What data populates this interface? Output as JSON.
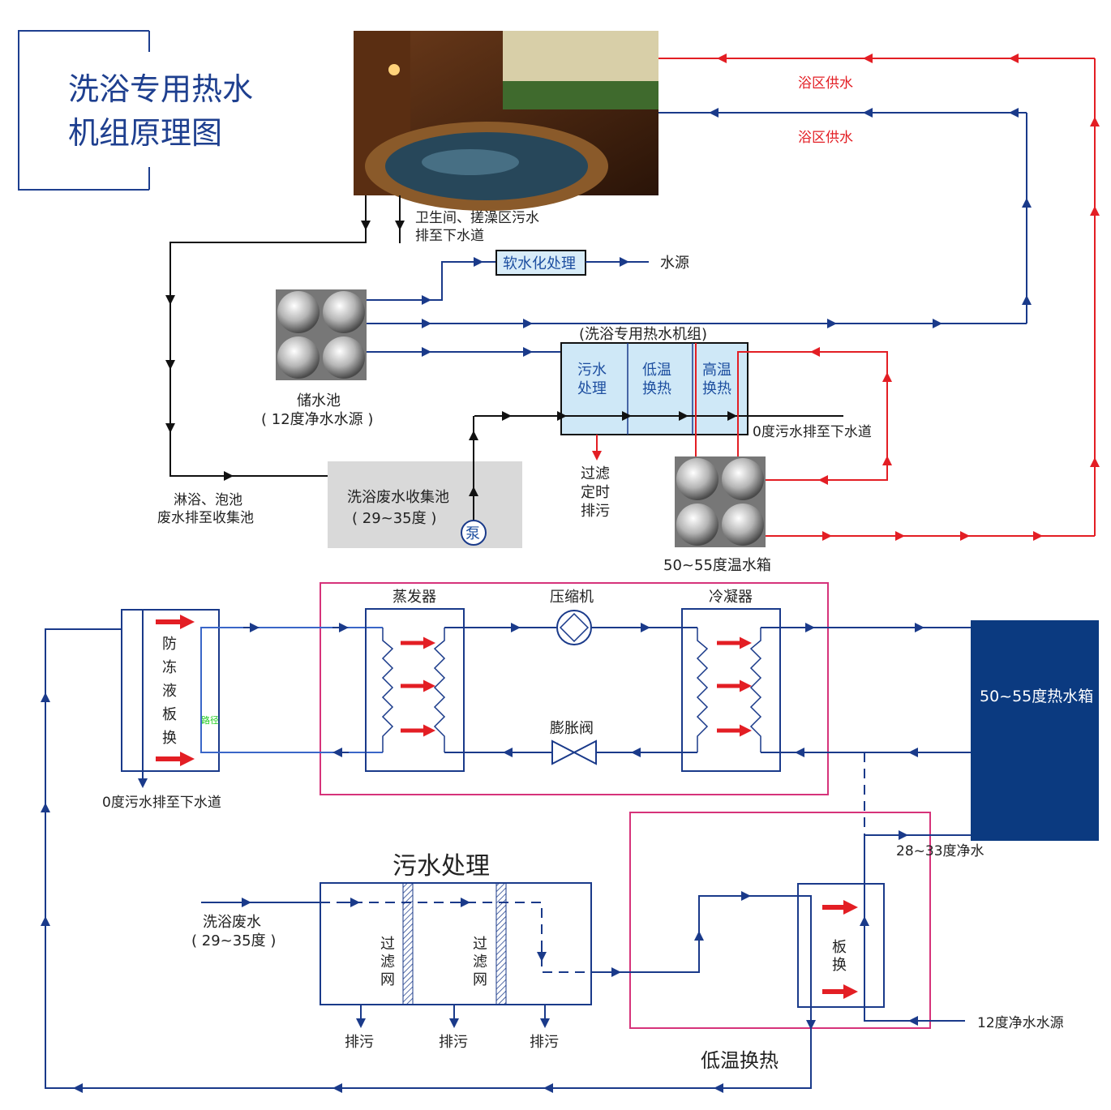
{
  "title": {
    "line1": "洗浴专用热水",
    "line2": "机组原理图"
  },
  "labels": {
    "supply_top": "浴区供水",
    "supply_mid": "浴区供水",
    "sewage_line1": "卫生间、搓澡区污水",
    "sewage_line2": "排至下水道",
    "softening": "软水化处理",
    "water_source": "水源",
    "unit_title": "(洗浴专用热水机组)",
    "cell_sewage": [
      "污水",
      "处理"
    ],
    "cell_low": [
      "低温",
      "换热"
    ],
    "cell_high": [
      "高温",
      "换热"
    ],
    "drain_zero_top": "0度污水排至下水道",
    "reservoir_line1": "储水池",
    "reservoir_line2": "( 12度净水水源 )",
    "filter_drain": [
      "过滤",
      "定时",
      "排污"
    ],
    "shower_line1": "淋浴、泡池",
    "shower_line2": "废水排至收集池",
    "collector_line1": "洗浴废水收集池",
    "collector_line2": "( 29~35度 )",
    "pump": "泵",
    "warm_tank": "50~55度温水箱",
    "evaporator": "蒸发器",
    "compressor": "压缩机",
    "condenser": "冷凝器",
    "expansion_valve": "膨胀阀",
    "hot_tank": "50~55度热水箱",
    "antifreeze": [
      "防",
      "冻",
      "液",
      "板",
      "换"
    ],
    "path_tag": "路径",
    "drain_zero_bottom": "0度污水排至下水道",
    "clean_28": "28~33度净水",
    "sewage_treatment": "污水处理",
    "bath_waste_line1": "洗浴废水",
    "bath_waste_line2": "( 29~35度 )",
    "filter_mesh": [
      "过",
      "滤",
      "网"
    ],
    "blowdown": [
      "排污",
      "排污",
      "排污"
    ],
    "plate_hx": [
      "板",
      "换"
    ],
    "clean_12": "12度净水水源",
    "low_temp_hx": "低温换热"
  },
  "colors": {
    "navy": "#1a3a8a",
    "red": "#e31e24",
    "magenta": "#d6337a",
    "title_blue": "#1e3f8f",
    "tank_fill": "#0b3a80",
    "collector_gray": "#d9d9d9",
    "unit_fill": "#cfe8f7"
  },
  "icons": [
    "bathhouse-photo",
    "storage-tank-icon",
    "pump-icon",
    "compressor-icon",
    "expansion-valve-icon"
  ]
}
